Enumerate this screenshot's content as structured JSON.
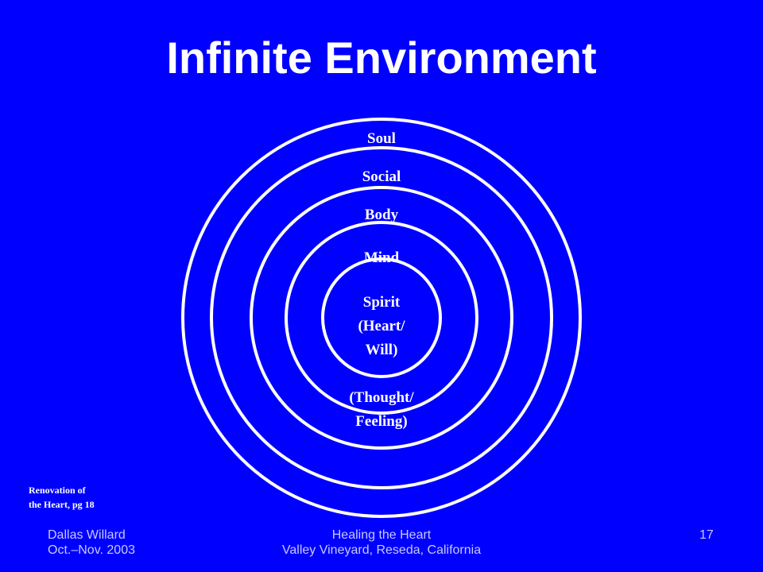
{
  "slide": {
    "title": "Infinite Environment",
    "background_color": "#0000ff"
  },
  "diagram": {
    "rings": [
      {
        "label": "Soul"
      },
      {
        "label": "Social"
      },
      {
        "label": "Body"
      },
      {
        "label": "Mind",
        "sub_lines": [
          "(Thought/",
          "Feeling)"
        ]
      },
      {
        "label_lines": [
          "Spirit",
          "(Heart/",
          "Will)"
        ]
      }
    ]
  },
  "citation": {
    "line1": "Renovation of",
    "line2": "the Heart, pg 18"
  },
  "footer": {
    "left_line1": "Dallas Willard",
    "left_line2": "Oct.–Nov. 2003",
    "center_line1": "Healing the Heart",
    "center_line2": "Valley Vineyard, Reseda, California",
    "page_number": "17"
  }
}
